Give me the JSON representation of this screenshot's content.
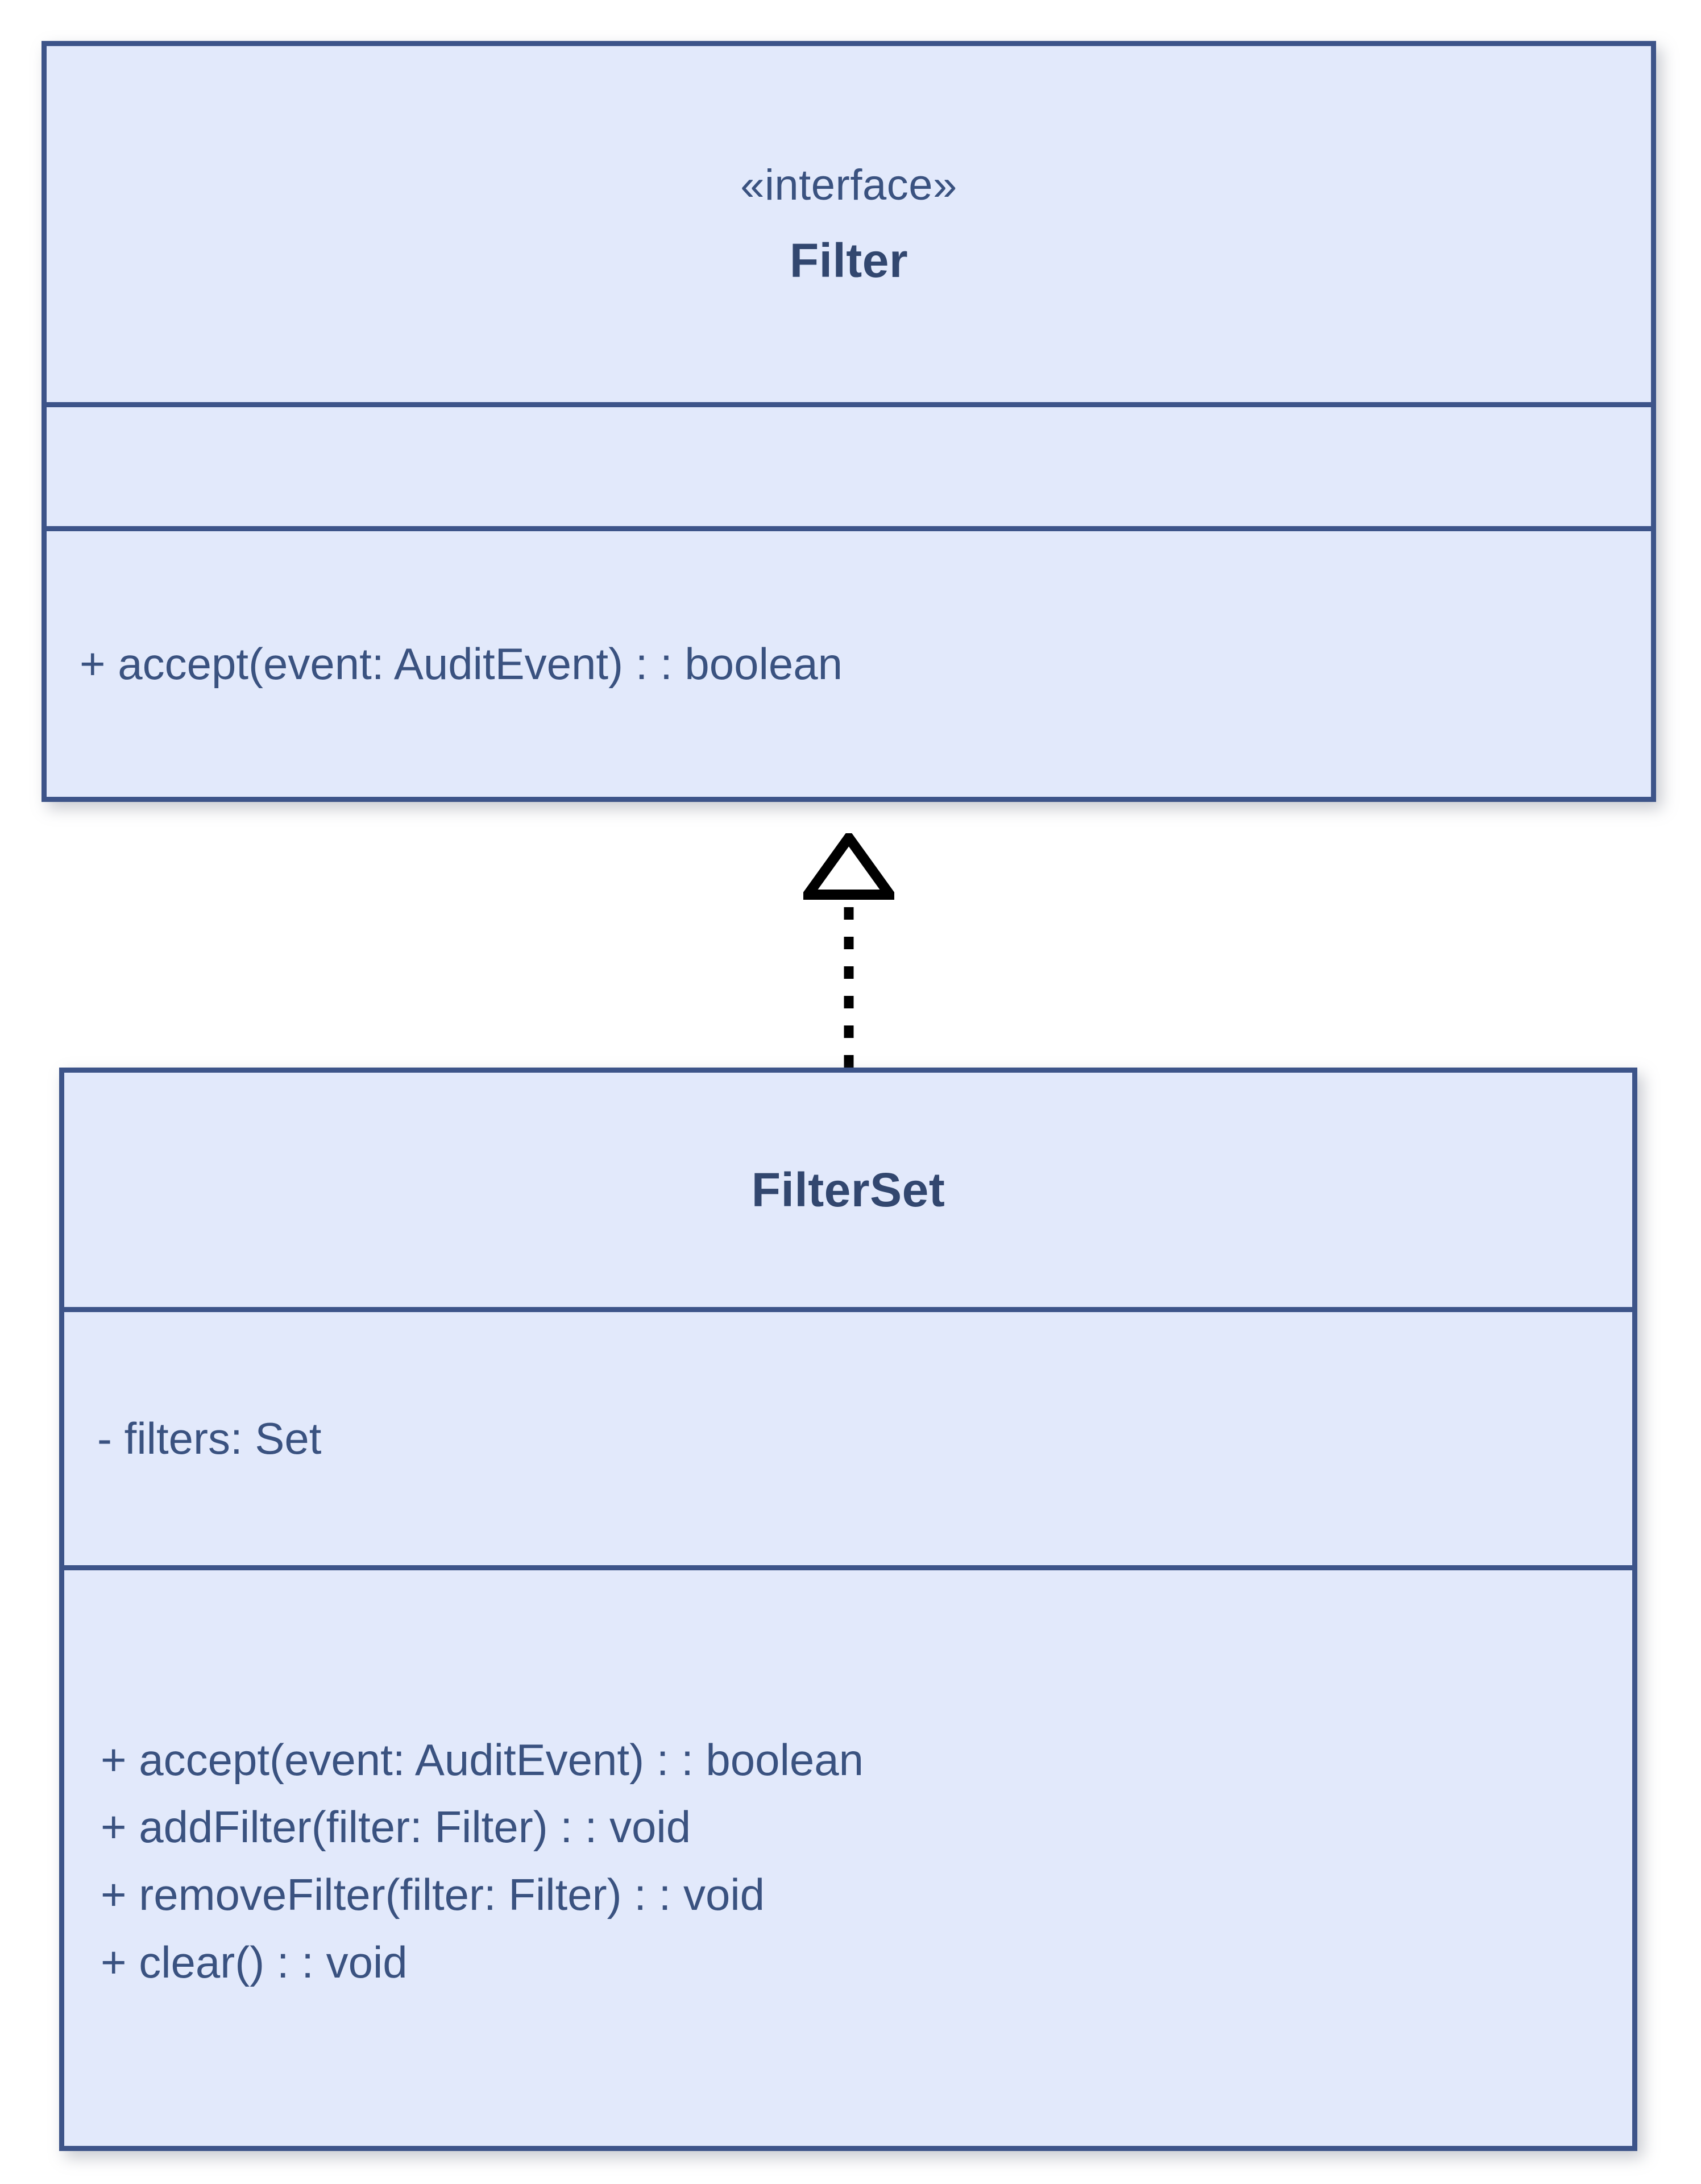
{
  "diagram": {
    "type": "uml-class-diagram",
    "background_color": "#ffffff",
    "node_fill": "#e2e9fb",
    "node_border": "#3d5489",
    "text_color": "#3a5280",
    "connector_color": "#000000",
    "relationship": {
      "kind": "realization",
      "line_style": "dashed",
      "arrowhead": "hollow-triangle",
      "from": "FilterSet",
      "to": "Filter"
    }
  },
  "classes": [
    {
      "id": "filter",
      "stereotype": "«interface»",
      "name": "Filter",
      "attributes": [],
      "methods": [
        "+ accept(event: AuditEvent) : : boolean"
      ]
    },
    {
      "id": "filterset",
      "stereotype": "",
      "name": "FilterSet",
      "attributes": [
        "- filters: Set"
      ],
      "methods": [
        "+ accept(event: AuditEvent) : : boolean",
        "+ addFilter(filter: Filter) : : void",
        "+ removeFilter(filter: Filter) : : void",
        "+ clear() : : void"
      ]
    }
  ]
}
